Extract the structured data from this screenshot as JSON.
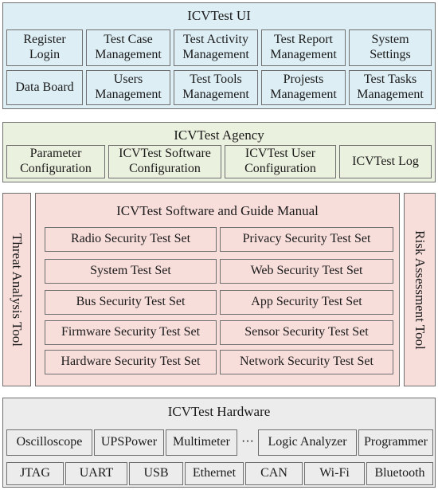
{
  "ui": {
    "title": "ICVTest UI",
    "row1": [
      [
        "Register",
        "Login"
      ],
      [
        "Test Case",
        "Management"
      ],
      [
        "Test Activity",
        "Management"
      ],
      [
        "Test Report",
        "Management"
      ],
      [
        "System",
        "Settings"
      ]
    ],
    "row2": [
      [
        "Data Board"
      ],
      [
        "Users",
        "Management"
      ],
      [
        "Test Tools",
        "Management"
      ],
      [
        "Projests",
        "Management"
      ],
      [
        "Test Tasks",
        "Management"
      ]
    ]
  },
  "agency": {
    "title": "ICVTest Agency",
    "items": [
      [
        "Parameter",
        "Configuration"
      ],
      [
        "ICVTest Software",
        "Configuration"
      ],
      [
        "ICVTest User",
        "Configuration"
      ],
      [
        "ICVTest Log"
      ]
    ]
  },
  "software": {
    "left_tool": "Threat Analysis Tool",
    "right_tool": "Risk Assessment Tool",
    "title": "ICVTest Software and Guide Manual",
    "left_sets": [
      "Radio Security Test Set",
      "System Test Set",
      "Bus Security Test Set",
      "Firmware Security Test Set",
      "Hardware Security Test Set"
    ],
    "right_sets": [
      "Privacy Security Test Set",
      "Web Security Test Set",
      "App Security Test Set",
      "Sensor Security Test Set",
      "Network Security Test Set"
    ]
  },
  "hardware": {
    "title": "ICVTest Hardware",
    "instruments": [
      "Oscilloscope",
      "UPSPower",
      "Multimeter",
      "Logic Analyzer",
      "Programmer"
    ],
    "ellipsis": "···",
    "interfaces": [
      "JTAG",
      "UART",
      "USB",
      "Ethernet",
      "CAN",
      "Wi-Fi",
      "Bluetooth"
    ]
  }
}
